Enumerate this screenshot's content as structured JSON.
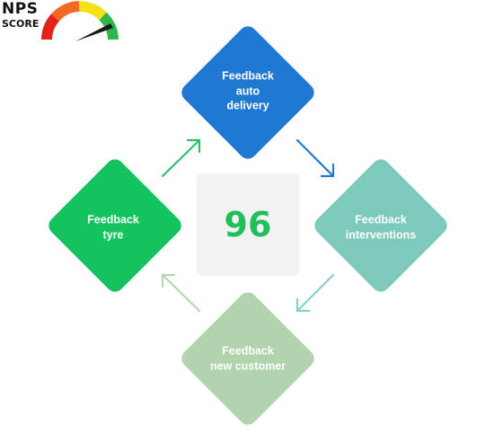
{
  "logo": {
    "line1": "NPS",
    "line2": "SCORE",
    "colors": [
      "#e2231a",
      "#f26a21",
      "#f5e11a",
      "#2db84d"
    ]
  },
  "center": {
    "score": "96",
    "value_color": "#1fbf5b"
  },
  "nodes": [
    {
      "id": "top",
      "lines": [
        "Feedback",
        "auto",
        "delivery"
      ],
      "color": "#1f78d1"
    },
    {
      "id": "right",
      "lines": [
        "Feedback",
        "interventions"
      ],
      "color": "#7dc9bb"
    },
    {
      "id": "bottom",
      "lines": [
        "Feedback",
        "new customer"
      ],
      "color": "#b1d3ad"
    },
    {
      "id": "left",
      "lines": [
        "Feedback",
        "tyre"
      ],
      "color": "#14c25e"
    }
  ],
  "arrow_colors": {
    "top_right": "#1f78d1",
    "right_bottom": "#86d0c2",
    "bottom_left": "#b6d6b2",
    "left_top": "#2fbf6a"
  }
}
